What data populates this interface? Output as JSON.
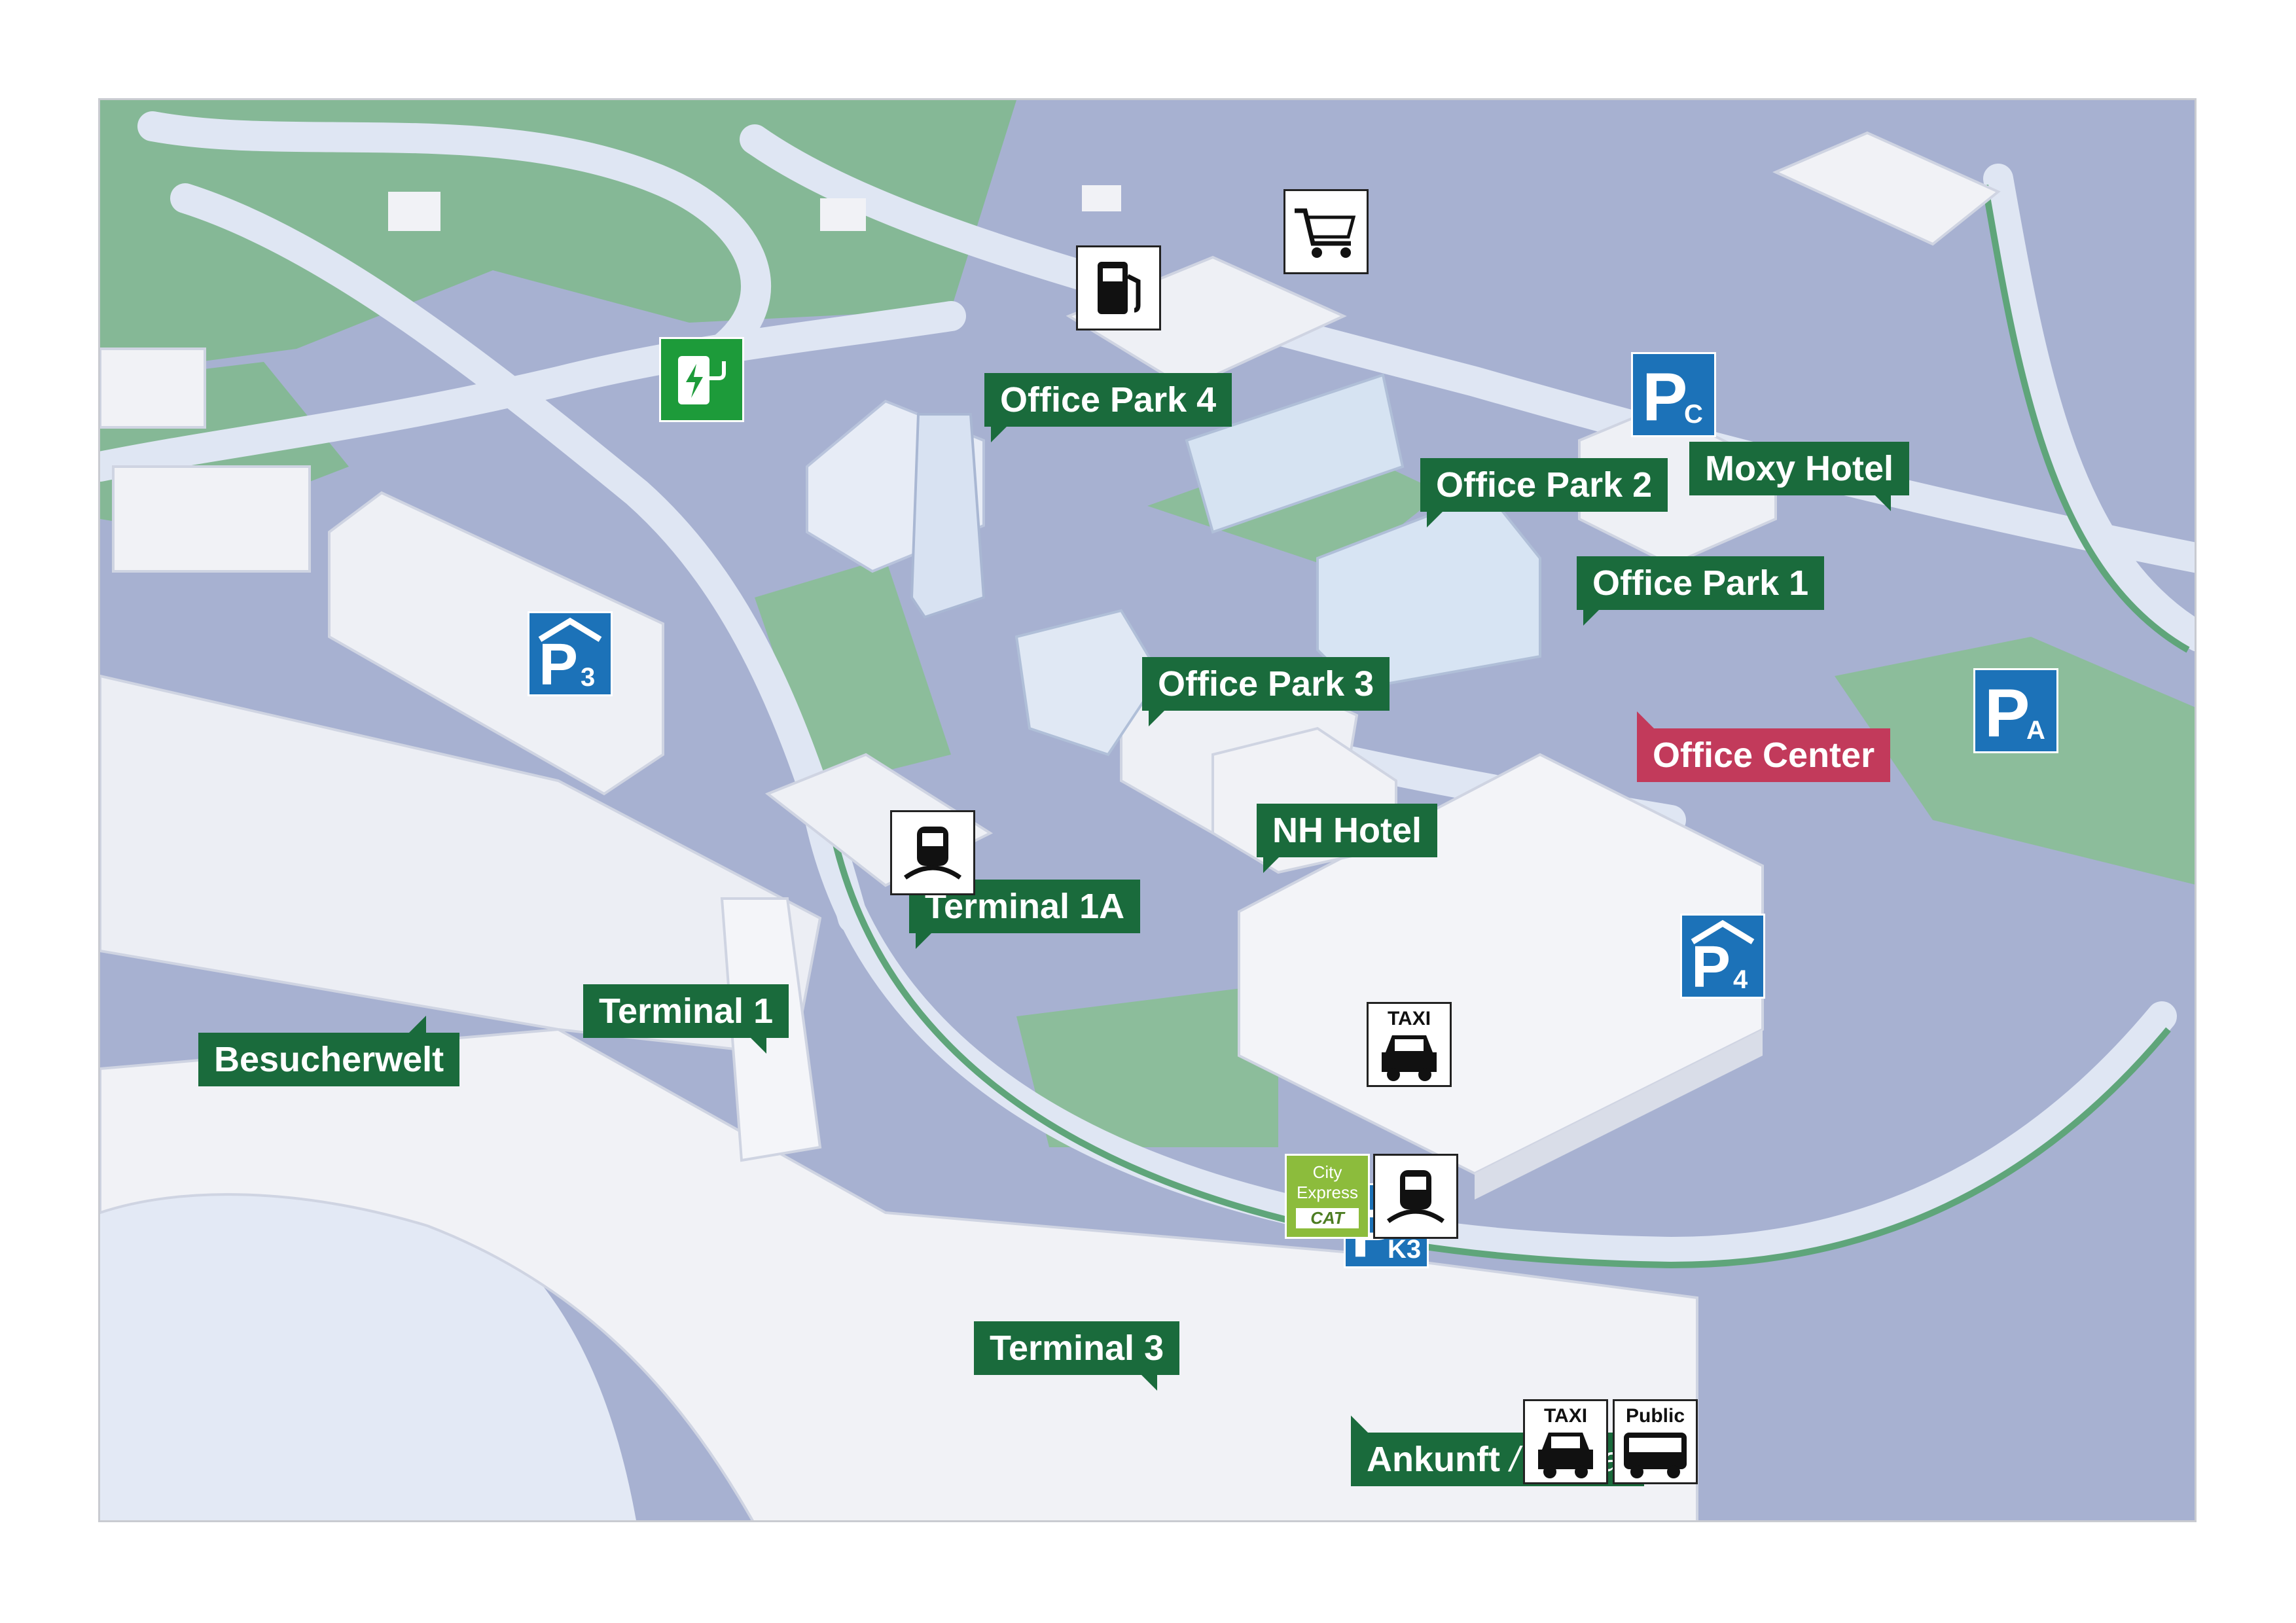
{
  "labels": {
    "office_park_4": "Office Park 4",
    "office_park_2": "Office Park 2",
    "moxy_hotel": "Moxy Hotel",
    "office_park_1": "Office Park 1",
    "office_park_3": "Office Park 3",
    "office_center": "Office Center",
    "nh_hotel": "NH Hotel",
    "terminal_1a": "Terminal 1A",
    "terminal_1": "Terminal 1",
    "besucherwelt": "Besucherwelt",
    "terminal_3": "Terminal 3",
    "ankunft": "Ankunft",
    "arrival": "/ Arrival"
  },
  "parking": {
    "pc": {
      "letter": "P",
      "sub": "C"
    },
    "pa": {
      "letter": "P",
      "sub": "A"
    },
    "p3": {
      "letter": "P",
      "sub": "3"
    },
    "p4": {
      "letter": "P",
      "sub": "4"
    },
    "pk3": {
      "letter": "P",
      "sub": "K3"
    }
  },
  "icon_captions": {
    "taxi_nh": "TAXI",
    "taxi_arrival": "TAXI",
    "public": "Public"
  },
  "city_express": {
    "line1": "City",
    "line2": "Express",
    "logo": "CAT"
  },
  "colors": {
    "label_green": "#1a6b3c",
    "label_red": "#c23a5b",
    "parking_blue": "#1c72b8",
    "grass": "#85b896",
    "ground": "#a7b1d1",
    "building": "#f1f2f6"
  },
  "icons": [
    "fuel-icon",
    "shopping-cart-icon",
    "ev-charging-icon",
    "train-icon",
    "taxi-icon",
    "bus-icon",
    "clock-icon",
    "parking-garage-icon"
  ]
}
